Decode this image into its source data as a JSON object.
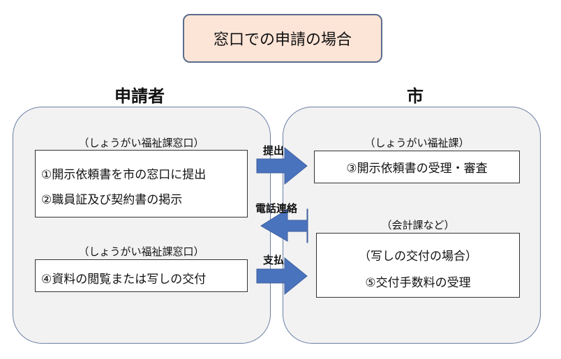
{
  "title": "窓口での申請の場合",
  "left": {
    "heading": "申請者",
    "group1": {
      "caption": "（しょうがい福祉課窓口）",
      "lines": [
        "①開示依頼書を市の窓口に提出",
        "②職員証及び契約書の掲示"
      ]
    },
    "group2": {
      "caption": "（しょうがい福祉課窓口）",
      "lines": [
        "④資料の閲覧または写しの交付"
      ]
    }
  },
  "right": {
    "heading": "市",
    "group1": {
      "caption": "（しょうがい福祉課）",
      "lines": [
        "③開示依頼書の受理・審査"
      ]
    },
    "group2": {
      "caption": "（会計課など）",
      "lines": [
        "（写しの交付の場合）",
        "⑤交付手数料の受理"
      ]
    }
  },
  "arrows": {
    "submit": "提出",
    "phone": "電話連絡",
    "pay": "支払"
  },
  "colors": {
    "arrow": "#4a73be",
    "panel_border": "#6b7fa6",
    "title_bg": "#fce4d6",
    "panel_bg": "#f2f2f2"
  }
}
